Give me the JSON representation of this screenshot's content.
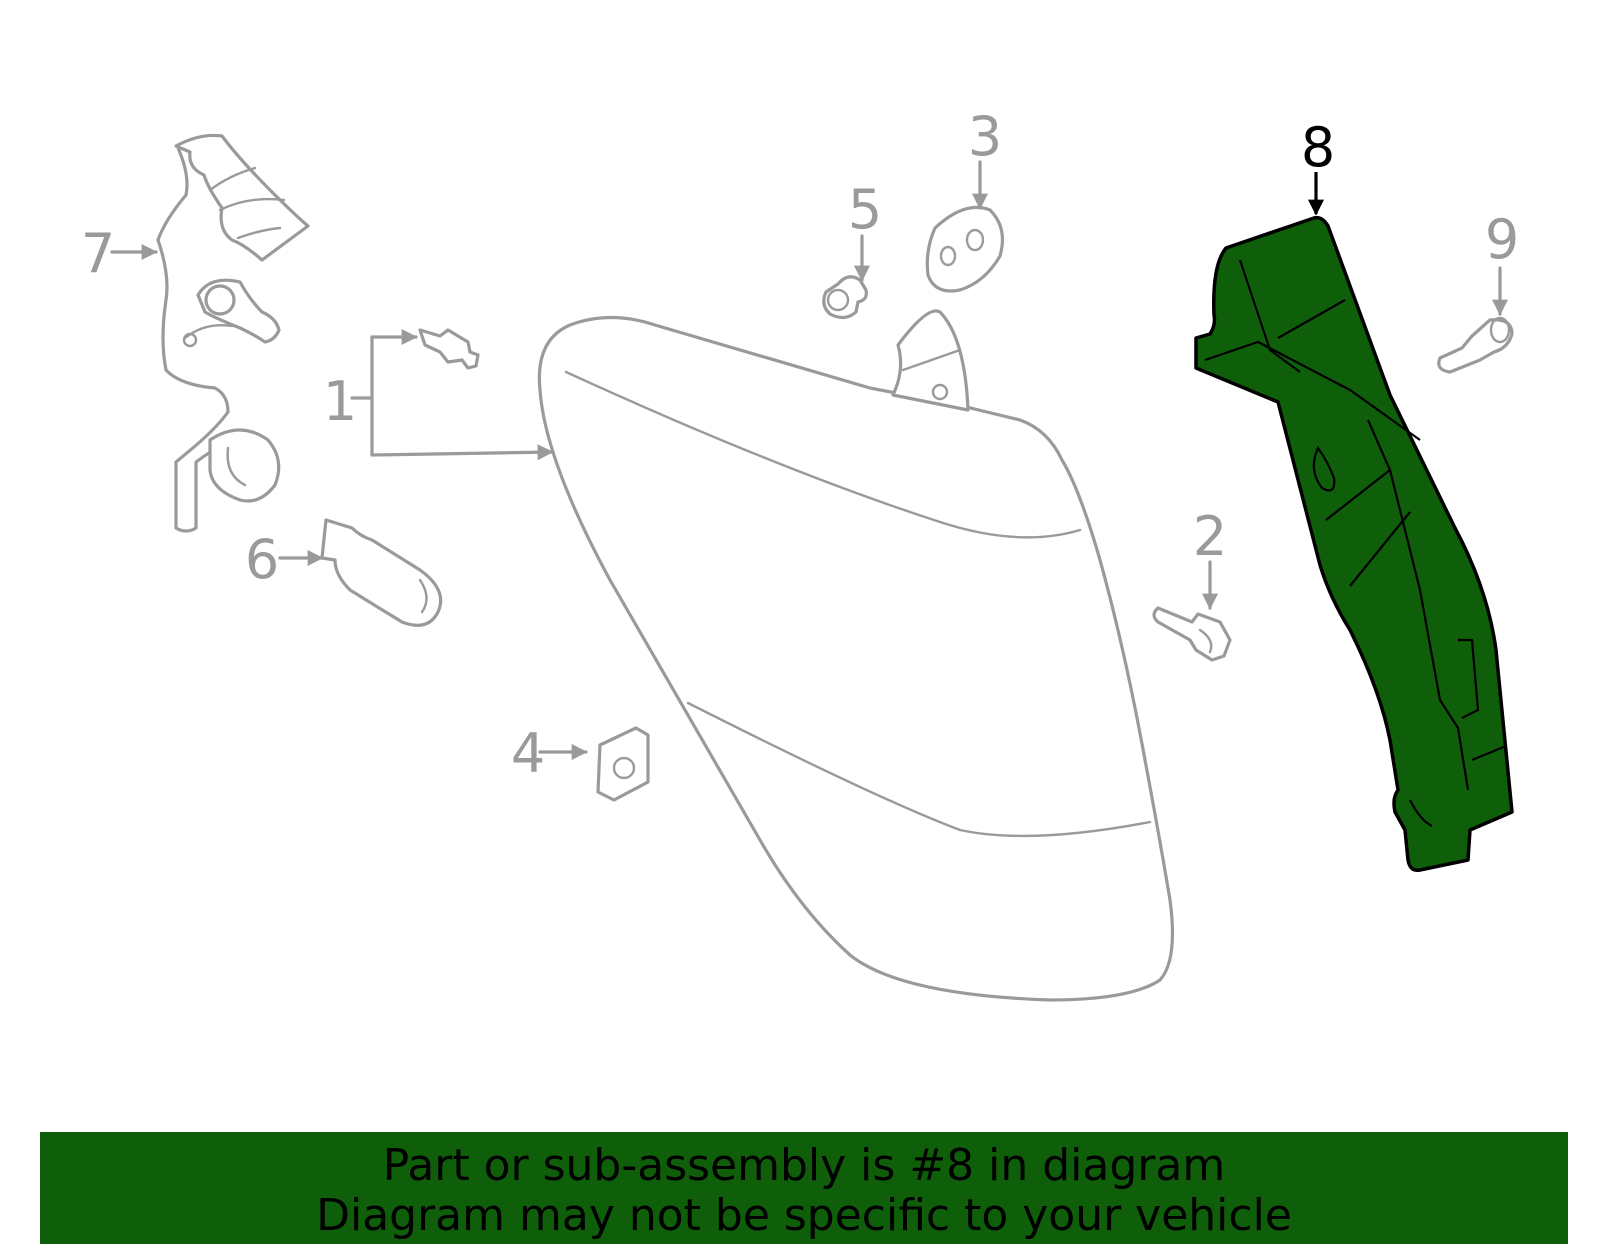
{
  "diagram": {
    "highlight_color": "#0f5f0a",
    "callouts": {
      "c1": "1",
      "c2": "2",
      "c3": "3",
      "c4": "4",
      "c5": "5",
      "c6": "6",
      "c7": "7",
      "c8": "8",
      "c9": "9"
    }
  },
  "banner": {
    "line1": "Part or sub-assembly is #8 in diagram",
    "line2": "Diagram may not be specific to your vehicle",
    "background": "#0f5f0a"
  }
}
